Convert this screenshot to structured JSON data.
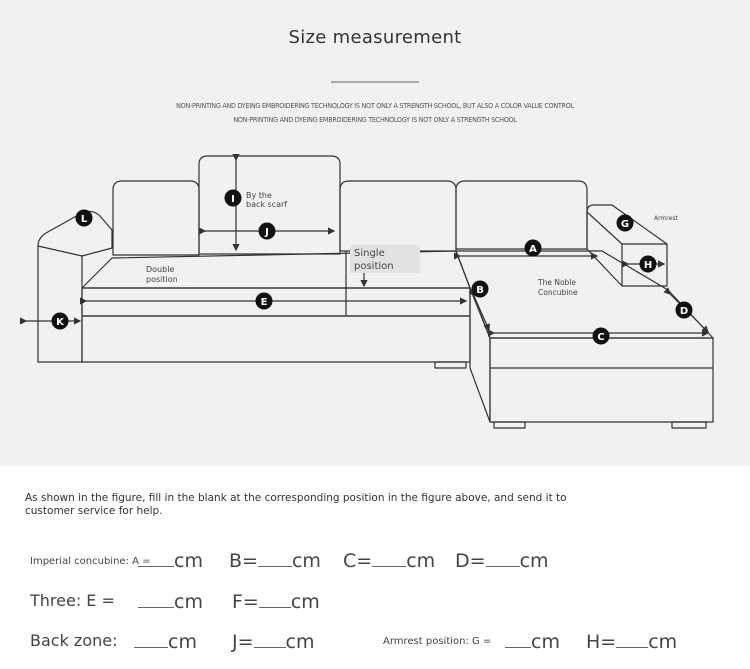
{
  "header": {
    "title": "Size measurement",
    "subtitle_line1": "NON-PRINTING AND DYEING EMBROIDERING TECHNOLOGY IS NOT ONLY A STRENGTH SCHOOL, BUT ALSO A COLOR VALUE CONTROL",
    "subtitle_line2": "NON-PRINTING AND DYEING EMBROIDERING TECHNOLOGY IS NOT ONLY A STRENGTH SCHOOL"
  },
  "diagram": {
    "labels": {
      "back_scarf": "By the back scarf",
      "back_scarf_l1": "By the",
      "back_scarf_l2": "back scarf",
      "single_l1": "Single",
      "single_l2": "position",
      "double_l1": "Double",
      "double_l2": "position",
      "noble_l1": "The Noble",
      "noble_l2": "Concubine",
      "armrest": "Armrest"
    },
    "markers": [
      "A",
      "B",
      "C",
      "D",
      "E",
      "G",
      "H",
      "I",
      "J",
      "K",
      "L"
    ]
  },
  "instructions": "As shown in the figure, fill in the blank at the corresponding position in the figure above, and send it to customer service for help.",
  "form": {
    "row1": {
      "label": "Imperial concubine: A =",
      "unit": "cm",
      "b": "B=",
      "c": "C=",
      "d": "D="
    },
    "row2": {
      "label": "Three: E =",
      "unit": "cm",
      "f": "F="
    },
    "row3": {
      "label": "Back zone:",
      "unit": "cm",
      "j": "J=",
      "armrest_label": "Armrest position: G =",
      "h": "H="
    }
  }
}
